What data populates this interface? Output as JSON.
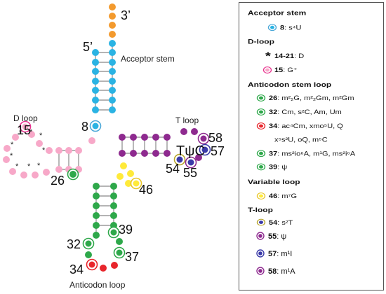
{
  "colors": {
    "acceptor": "#2bb3e3",
    "cca": "#f39a2e",
    "dloop": "#f7a8c8",
    "tarm": "#8e2a8f",
    "anticodon": "#2ea84a",
    "variable": "#ffea3a",
    "antiloop": "#e8262c",
    "connector": "#888888",
    "ring_8": "#4ba8d8",
    "ring_15": "#e8338f",
    "ring_26": "#2ea84a",
    "ring_32": "#2ea84a",
    "ring_34": "#e8262c",
    "ring_37": "#2ea84a",
    "ring_39": "#2ea84a",
    "ring_46": "#e8c62a",
    "ring_54": "#b8a62e",
    "ring_55": "#8e2a8f",
    "ring_57": "#3a3aa8",
    "ring_58": "#8e2a8f"
  },
  "diagram": {
    "end3": "3’",
    "end5": "5’",
    "acceptor_stem": "Acceptor stem",
    "d_loop": "D loop",
    "t_loop": "T loop",
    "anticodon_loop": "Anticodon loop",
    "tpsic": "TψC",
    "d_stars": "*",
    "pos8": "8",
    "pos15": "15",
    "pos26": "26",
    "pos32": "32",
    "pos34": "34",
    "pos37": "37",
    "pos39": "39",
    "pos46": "46",
    "pos54": "54",
    "pos55": "55",
    "pos57": "57",
    "pos58": "58"
  },
  "legend": {
    "acceptor_head": "Acceptor stem",
    "acceptor_item": {
      "pos": "8",
      "mods": ": s⁴U"
    },
    "d_head": "D-loop",
    "d_star": "*",
    "d_item1": {
      "pos": "14-21",
      "mods": ": D"
    },
    "d_item2": {
      "pos": "15",
      "mods": ": G⁺"
    },
    "anticodon_head": "Anticodon stem loop",
    "ac_item26": {
      "pos": "26",
      "mods": ": m²₂G, m²₂Gm, m²Gm"
    },
    "ac_item32": {
      "pos": "32",
      "mods": ": Cm, s²C, Am, Um"
    },
    "ac_item34": {
      "pos": "34",
      "mods": ": ac⁴Cm, xmo⁵U, Q"
    },
    "ac_item34b": "x⁵s²U, oQ, m⁵C",
    "ac_item37": {
      "pos": "37",
      "mods": ": ms²io⁶A, m¹G, ms²i⁶A"
    },
    "ac_item39": {
      "pos": "39",
      "mods": ": ψ"
    },
    "variable_head": "Variable loop",
    "var_item46": {
      "pos": "46",
      "mods": ": m⁷G"
    },
    "t_head": "T-loop",
    "t_item54": {
      "pos": "54",
      "mods": ": s²T"
    },
    "t_item55": {
      "pos": "55",
      "mods": ": ψ"
    },
    "t_item57": {
      "pos": "57",
      "mods": ": m¹I"
    },
    "t_item58": {
      "pos": "58",
      "mods": ": m¹A"
    }
  }
}
